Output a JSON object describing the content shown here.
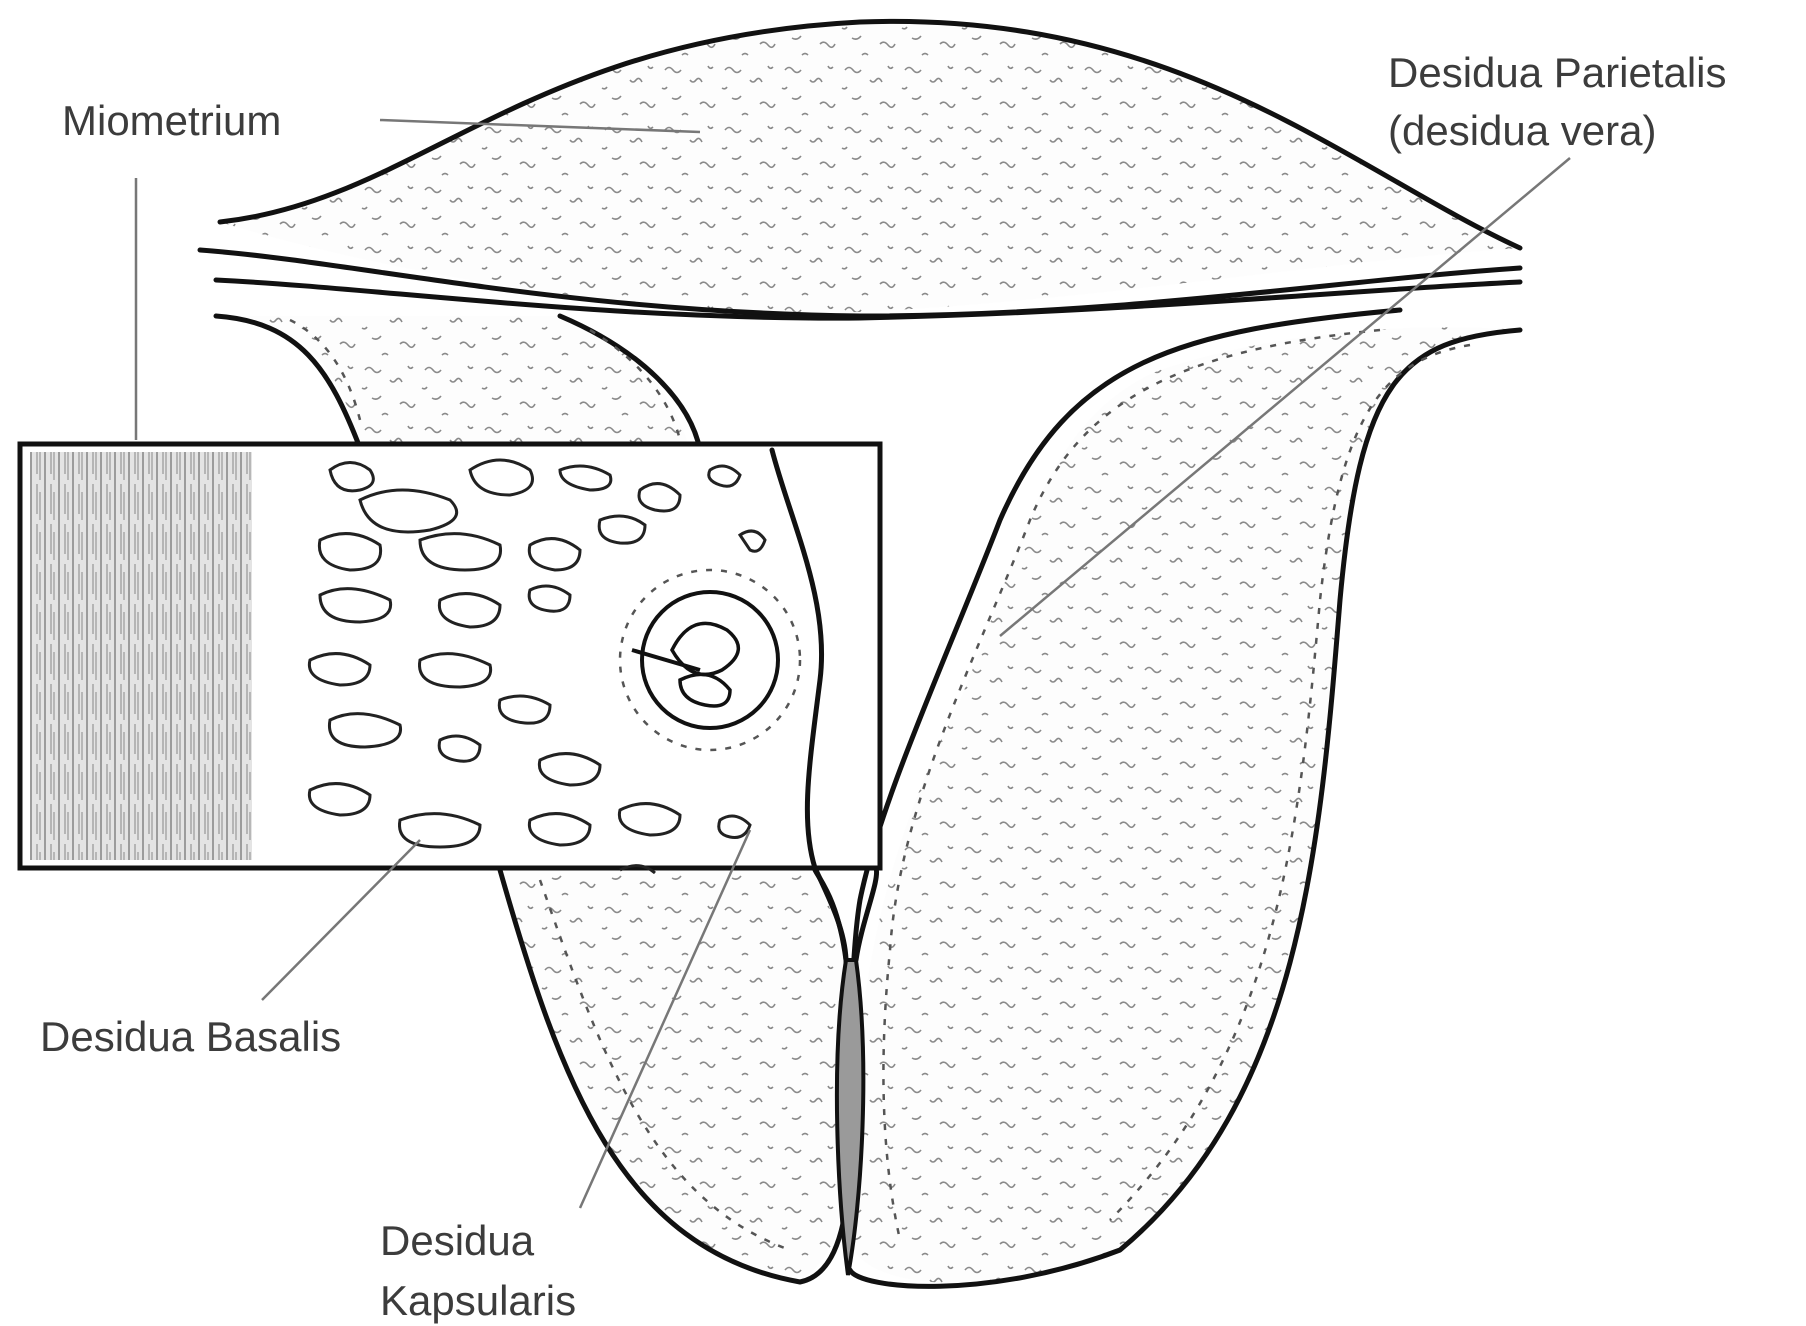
{
  "labels": {
    "miometrium": "Miometrium",
    "desidua_parietalis_line1": "Desidua Parietalis",
    "desidua_parietalis_line2": "(desidua vera)",
    "desidua_basalis": "Desidua Basalis",
    "desidua_kapsularis_line1": "Desidua",
    "desidua_kapsularis_line2": "Kapsularis"
  },
  "colors": {
    "outline": "#111111",
    "text": "#3c3c3c",
    "cervix_fill": "#9a9a9a"
  }
}
